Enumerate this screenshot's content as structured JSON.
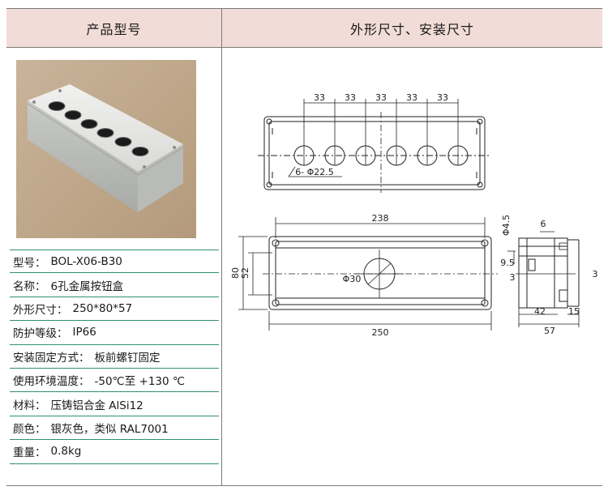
{
  "header": {
    "left_title": "产品型号",
    "right_title": "外形尺寸、安装尺寸"
  },
  "specs": [
    {
      "label": "型号：",
      "value": "BOL-X06-B30"
    },
    {
      "label": "名称：",
      "value": "6孔金属按钮盒"
    },
    {
      "label": "外形尺寸：",
      "value": "250*80*57"
    },
    {
      "label": "防护等级：",
      "value": "IP66"
    },
    {
      "label": "安装固定方式：",
      "value": "板前螺钉固定"
    },
    {
      "label": "使用环境温度：",
      "value": "-50℃至 +130 ℃"
    },
    {
      "label": "材料：",
      "value": "压铸铝合金  AlSi12"
    },
    {
      "label": "颜色：",
      "value": "银灰色，类似 RAL7001"
    },
    {
      "label": "重量：",
      "value": "0.8kg"
    }
  ],
  "drawing": {
    "hole_spacing": [
      "33",
      "33",
      "33",
      "33",
      "33"
    ],
    "hole_callout": "6- Φ22.5",
    "width_inner": "238",
    "width_outer": "250",
    "height_outer": "80",
    "height_inner": "52",
    "center_hole": "Φ30",
    "side_screw": "Φ4.5",
    "side_6": "6",
    "side_9_5": "9.5",
    "side_3_left": "3",
    "side_3_right": "3",
    "side_42": "42",
    "side_15": "15",
    "side_57": "57"
  },
  "colors": {
    "header_bg": "#f2dcd7",
    "rule_green": "#2f8f72"
  }
}
